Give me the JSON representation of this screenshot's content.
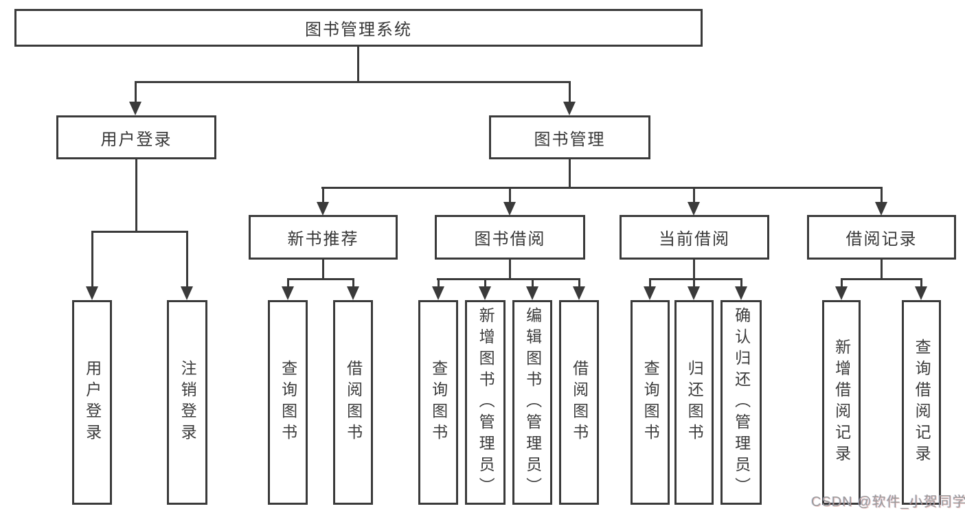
{
  "tree": {
    "label": "图书管理系统",
    "children": [
      {
        "label": "用户登录",
        "children": [
          {
            "label": "用户登录"
          },
          {
            "label": "注销登录"
          }
        ]
      },
      {
        "label": "图书管理",
        "children": [
          {
            "label": "新书推荐",
            "children": [
              {
                "label": "查询图书"
              },
              {
                "label": "借阅图书"
              }
            ]
          },
          {
            "label": "图书借阅",
            "children": [
              {
                "label": "查询图书"
              },
              {
                "label": "新增图书（管理员）"
              },
              {
                "label": "编辑图书（管理员）"
              },
              {
                "label": "借阅图书"
              }
            ]
          },
          {
            "label": "当前借阅",
            "children": [
              {
                "label": "查询图书"
              },
              {
                "label": "归还图书"
              },
              {
                "label": "确认归还（管理员）"
              }
            ]
          },
          {
            "label": "借阅记录",
            "children": [
              {
                "label": "新增借阅记录"
              },
              {
                "label": "查询借阅记录"
              }
            ]
          }
        ]
      }
    ]
  },
  "watermark": {
    "text": "CSDN @软件_小贺同学"
  },
  "colors": {
    "line": "#3a3a3a",
    "node_border": "#3a3a3a",
    "text": "#363636",
    "background": "#ffffff",
    "watermark": "#9a9a9a"
  }
}
